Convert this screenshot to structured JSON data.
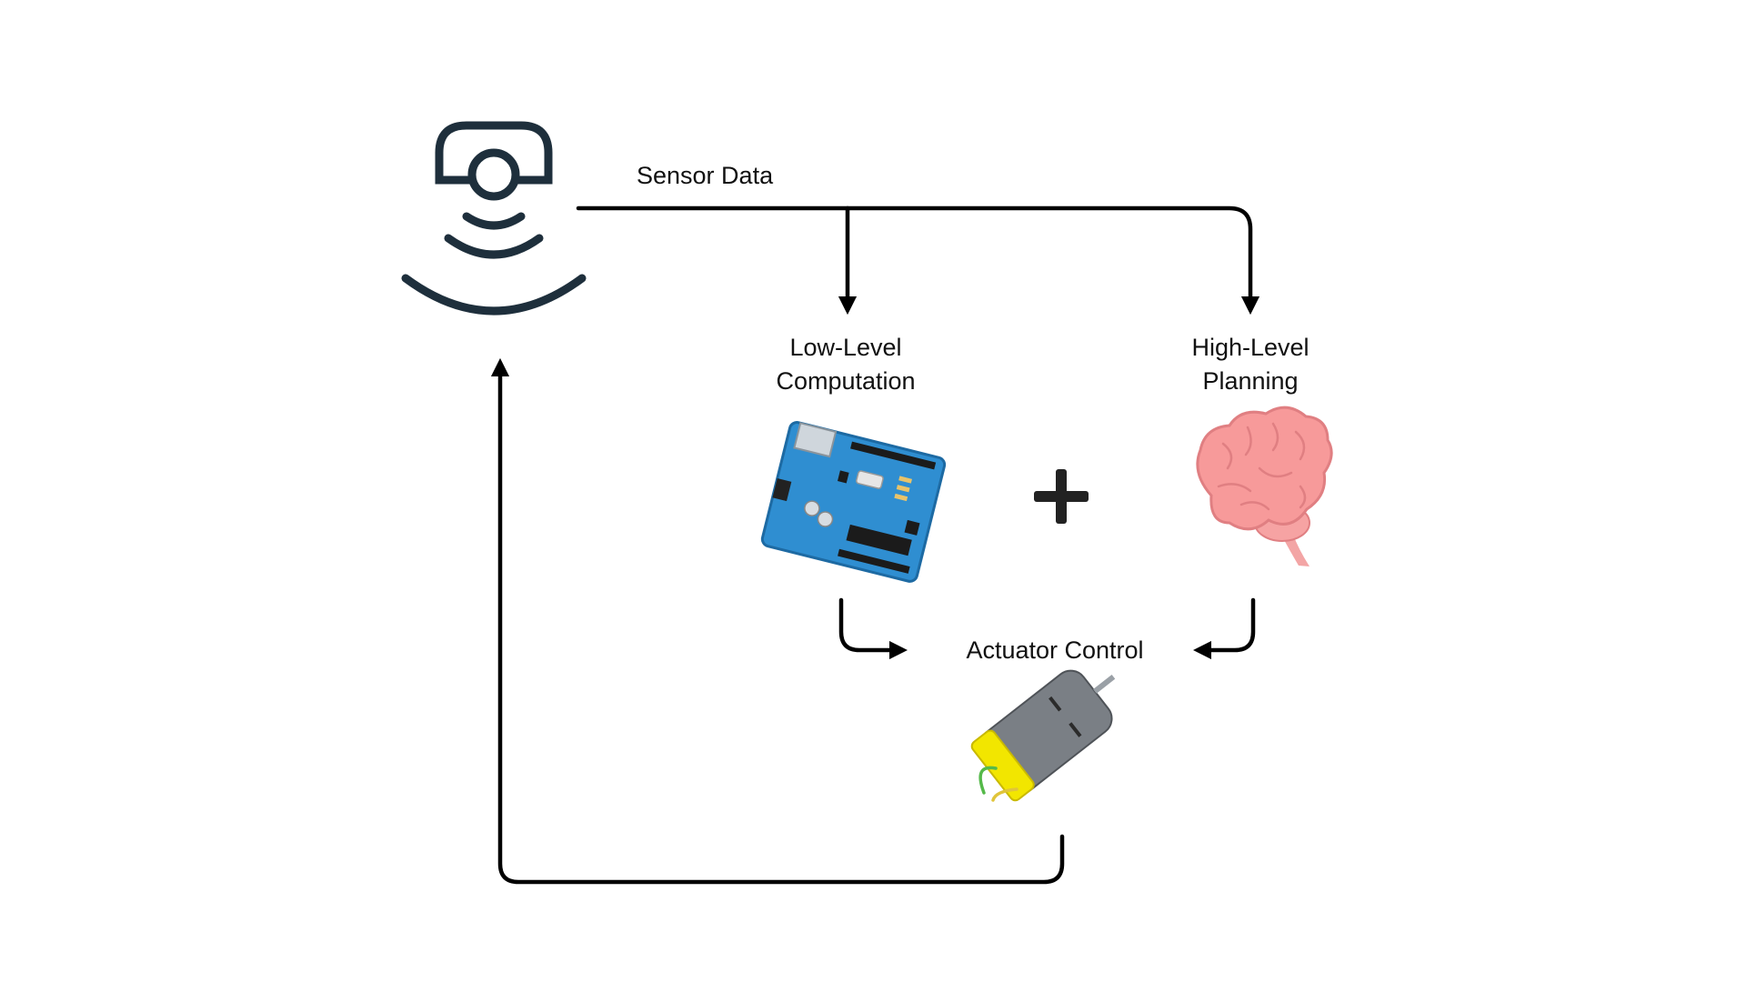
{
  "labels": {
    "sensor_data": "Sensor Data",
    "low_level_line1": "Low-Level",
    "low_level_line2": "Computation",
    "high_level_line1": "High-Level",
    "high_level_line2": "Planning",
    "actuator_control": "Actuator Control"
  },
  "icons": {
    "sensor": "sensor-icon",
    "arduino": "arduino-board-icon",
    "plus": "plus-icon",
    "brain": "brain-icon",
    "motor": "dc-motor-icon"
  },
  "colors": {
    "line": "#000000",
    "sensor_stroke": "#1e2f3c",
    "board_blue": "#2f8ed1",
    "brain_pink": "#f79a9a",
    "motor_gray": "#7a7f85",
    "motor_yellow": "#f2e600"
  }
}
